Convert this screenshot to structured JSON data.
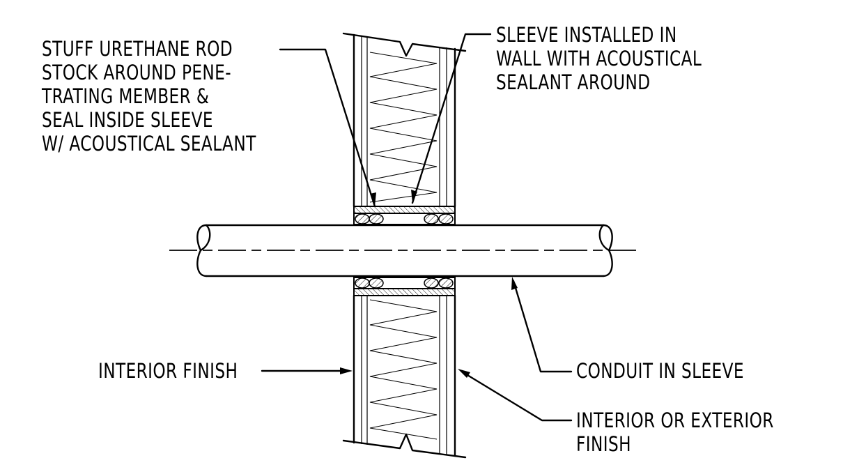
{
  "notes": {
    "stuff_rod": [
      "STUFF URETHANE ROD",
      "STOCK AROUND PENE-",
      "TRATING MEMBER &",
      "SEAL INSIDE SLEEVE",
      "W/ ACOUSTICAL SEALANT"
    ],
    "sleeve_installed": [
      "SLEEVE INSTALLED IN",
      "WALL WITH ACOUSTICAL",
      "SEALANT AROUND"
    ],
    "interior_finish": [
      "INTERIOR FINISH"
    ],
    "conduit": [
      "CONDUIT IN SLEEVE"
    ],
    "interior_exterior": [
      "INTERIOR OR EXTERIOR",
      "FINISH"
    ]
  }
}
